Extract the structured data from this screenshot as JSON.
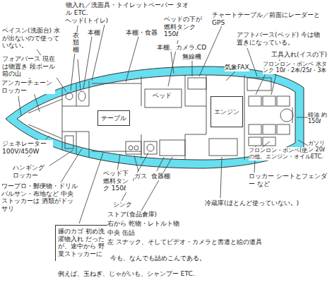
{
  "diagram": {
    "nodes": [
      {
        "text": [
          "テーブル"
        ]
      },
      {
        "text": [
          "エンジン"
        ]
      },
      {
        "text": [
          "籐のカゴ 初め洗濯物入れ だったが、途中から 野菜ストッカーに"
        ]
      }
    ],
    "labels": [
      "物入れ／洗面具・トイレットペーパー タオル ETC.",
      "ヘッド(トイレ)",
      "本棚",
      "衣類棚",
      "本棚・食器",
      "ベッドの下が 燃料タンク 150ℓ",
      "チャートテーブル／前面にレーダーと GPS",
      "本棚、カメラ.CD",
      "無線機",
      "アフトバース(ベッド) 今は物置きになっている。",
      "気象FAX",
      "工具入れ(イスの下)",
      "フロンロン・ボンベ 水タンク 10ℓ・2本/25ℓ・3本",
      "ベイスン(洗面台) 水が出ないので使っていない。",
      "フォアバース 現在は物置き 段ボール箱の山",
      "アンカーチェーン ロッカー",
      "ジェネレーター 100V/450W",
      "ハンギング ロッカー",
      "ワープロ・郵便物・ドリル バルサン・布地など 中央ストッカーは 酒類がドッサリ",
      "ベッド下 燃料タンク 150ℓ",
      "ガス",
      "食器棚",
      "シンク",
      "ストア(食品倉庫)",
      "右から 乾物・レトルト物",
      "中央 缶詰",
      "左 スナック、そしてビデオ・カメラと書道と絵の道具",
      "今も、なんでも詰めこんである。",
      "例えば、玉ねぎ、じゃがいも、シャンプー ETC.",
      "ロッカー シートとフェンダー など",
      "冷蔵庫(ほとんど使っていない。)",
      "フロンロン・ボンベ(使用中) その他、エンジン・オイルETC.",
      "軽油 約150ℓ",
      "ガソリン 20ℓ",
      "ベッド"
    ]
  }
}
